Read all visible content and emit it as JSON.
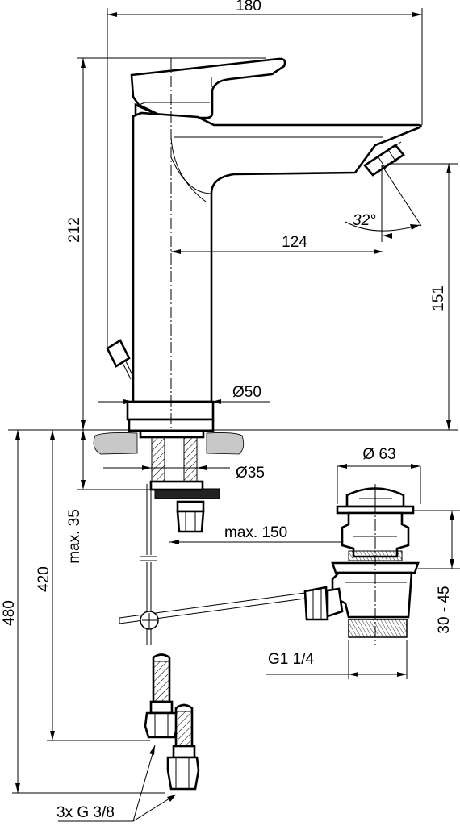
{
  "dimensions": {
    "overall_width": "180",
    "spout_projection": "124",
    "total_height": "212",
    "spout_height": "151",
    "angle": "32°",
    "body_diameter": "Ø50",
    "shank_diameter": "Ø35",
    "max_thickness": "max. 35",
    "depth_420": "420",
    "depth_480": "480",
    "max_150": "max. 150",
    "waste_diameter": "Ø 63",
    "waste_range": "30 - 45",
    "waste_thread": "G1 1/4",
    "connections": "3x G 3/8"
  }
}
